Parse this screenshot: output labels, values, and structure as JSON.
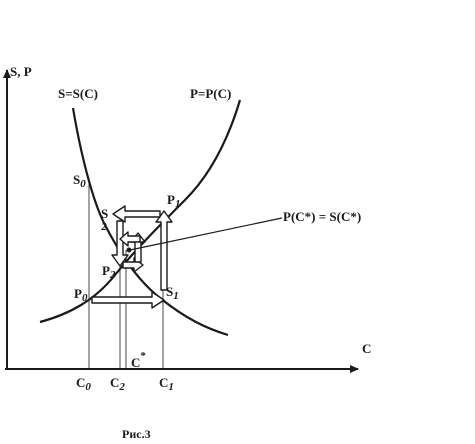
{
  "figure": {
    "axis_y_label": "S, P",
    "axis_x_label": "C",
    "curve_s_label": "S=S(C)",
    "curve_p_label": "P=P(C)",
    "equilibrium_label": "P(C*) = S(C*)",
    "caption": "Рис.3",
    "points": {
      "s0": "S",
      "s0_sub": "0",
      "s2": "S",
      "s2_sub": "2",
      "p1": "P",
      "p1_sub": "1",
      "p2": "P",
      "p2_sub": "2",
      "p0": "P",
      "p0_sub": "0",
      "s1": "S",
      "s1_sub": "1"
    },
    "ticks": {
      "c0": "C",
      "c0_sub": "0",
      "c2": "C",
      "c2_sub": "2",
      "c1": "C",
      "c1_sub": "1",
      "cstar": "C",
      "cstar_sup": "*"
    },
    "colors": {
      "ink": "#1a1a1a",
      "paper": "#ffffff"
    }
  }
}
